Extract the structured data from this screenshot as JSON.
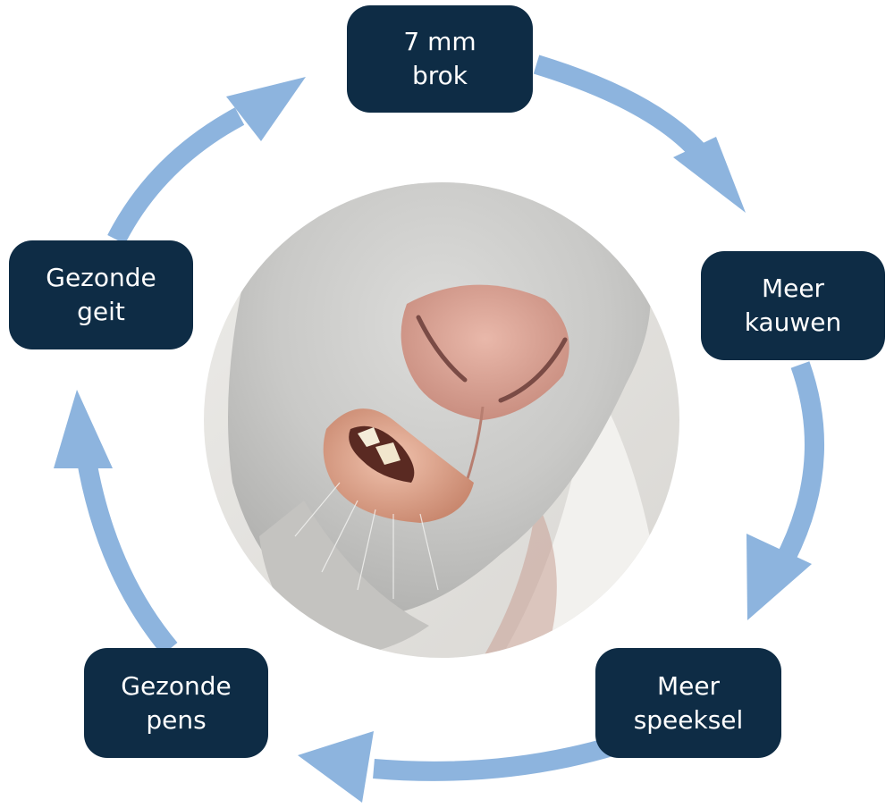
{
  "diagram": {
    "arrow_color": "#8db4de",
    "box_color": "#0e2c45",
    "text_color": "#ffffff",
    "center_image": "goat-snout-photo",
    "cycle": [
      {
        "line1": "7 mm",
        "line2": "brok"
      },
      {
        "line1": "Meer",
        "line2": "kauwen"
      },
      {
        "line1": "Meer",
        "line2": "speeksel"
      },
      {
        "line1": "Gezonde",
        "line2": "pens"
      },
      {
        "line1": "Gezonde",
        "line2": "geit"
      }
    ]
  }
}
